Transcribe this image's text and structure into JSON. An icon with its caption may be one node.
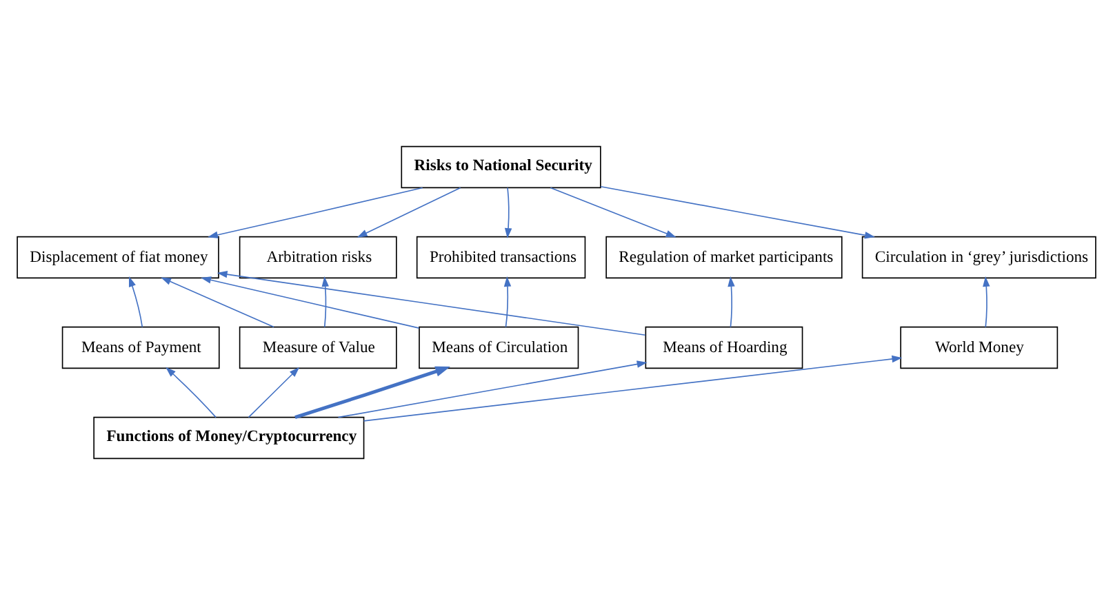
{
  "diagram": {
    "nodes": [
      {
        "text": [
          "Risks to National Security"
        ]
      },
      {
        "text": [
          "Displacement of fiat money"
        ]
      },
      {
        "text": [
          "Arbitration risks"
        ]
      },
      {
        "text": [
          "Prohibited transactions"
        ]
      },
      {
        "text": [
          "Regulation of market participants"
        ]
      },
      {
        "text": [
          "Circulation in ‘grey’ jurisdictions"
        ]
      },
      {
        "text": [
          "Means of Payment"
        ]
      },
      {
        "text": [
          "Measure of Value"
        ]
      },
      {
        "text": [
          "Means of Circulation"
        ]
      },
      {
        "text": [
          "Means of Hoarding"
        ]
      },
      {
        "text": [
          "World Money"
        ]
      },
      {
        "text": [
          "Functions of Money/Cryptocurrency"
        ]
      }
    ],
    "edges": [
      {
        "from": 0,
        "to": 1,
        "arrow": "to"
      },
      {
        "from": 0,
        "to": 2,
        "arrow": "to"
      },
      {
        "from": 0,
        "to": 3,
        "arrow": "to"
      },
      {
        "from": 0,
        "to": 4,
        "arrow": "to"
      },
      {
        "from": 0,
        "to": 5,
        "arrow": "to"
      },
      {
        "from": 6,
        "to": 1,
        "arrow": "to"
      },
      {
        "from": 7,
        "to": 1,
        "arrow": "to"
      },
      {
        "from": 7,
        "to": 2,
        "arrow": "to"
      },
      {
        "from": 8,
        "to": 1,
        "arrow": "to"
      },
      {
        "from": 8,
        "to": 3,
        "arrow": "to"
      },
      {
        "from": 9,
        "to": 1,
        "arrow": "to"
      },
      {
        "from": 9,
        "to": 4,
        "arrow": "to"
      },
      {
        "from": 10,
        "to": 5,
        "arrow": "to"
      },
      {
        "from": 11,
        "to": 6,
        "arrow": "to"
      },
      {
        "from": 11,
        "to": 7,
        "arrow": "to"
      },
      {
        "from": 11,
        "to": 8,
        "arrow": "to",
        "style": "thick"
      },
      {
        "from": 11,
        "to": 9,
        "arrow": "to"
      },
      {
        "from": 11,
        "to": 10,
        "arrow": "to"
      }
    ]
  }
}
